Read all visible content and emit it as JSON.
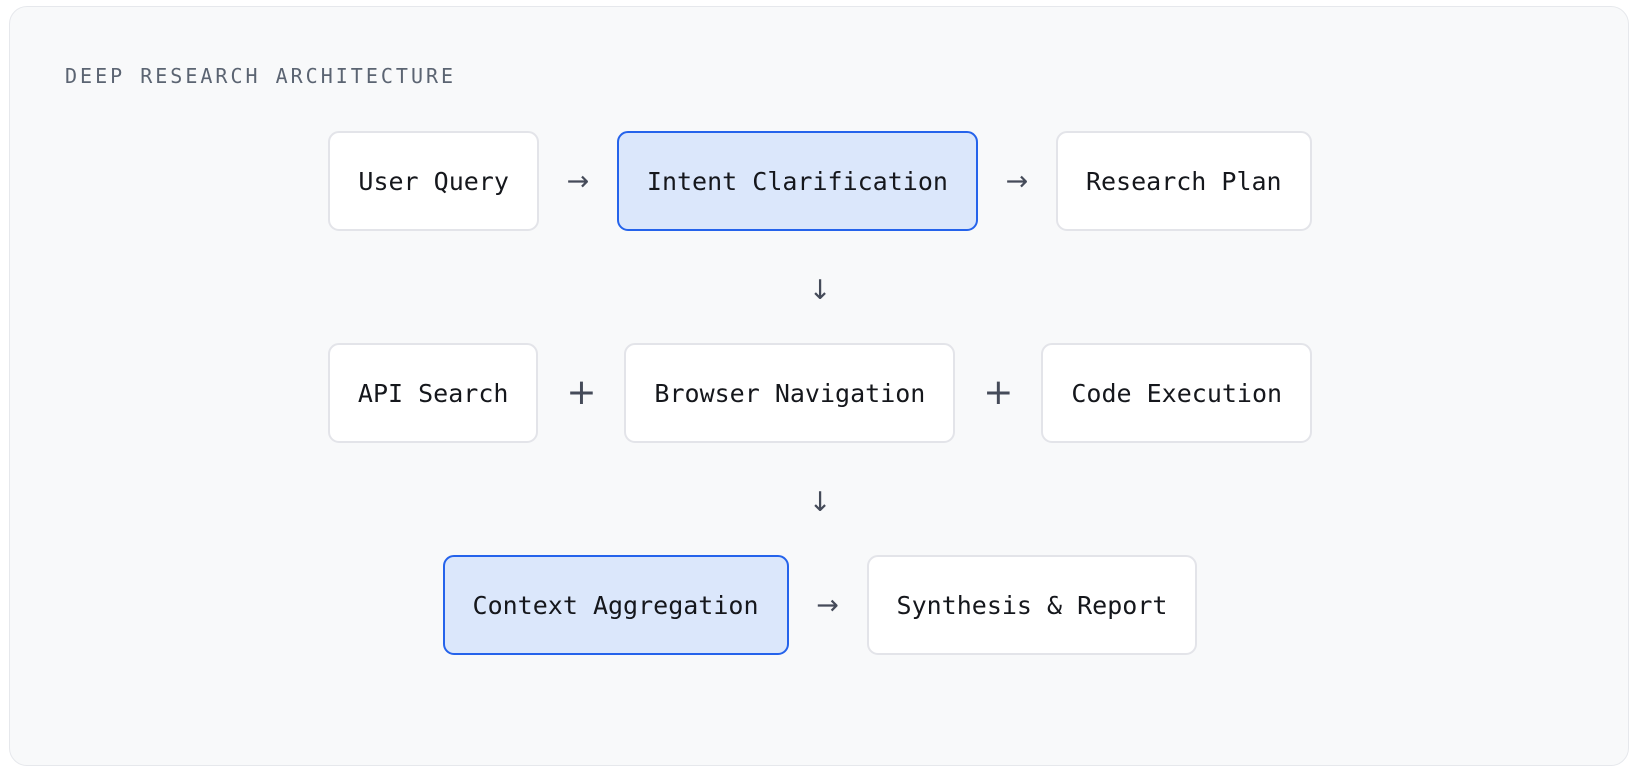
{
  "diagram": {
    "title": "DEEP RESEARCH ARCHITECTURE",
    "colors": {
      "card_background": "#f8f9fa",
      "card_border": "#e6e8ec",
      "node_background": "#ffffff",
      "node_border": "#e3e4e9",
      "highlight_background": "#dbe7fb",
      "highlight_border": "#2563eb",
      "text": "#15171c",
      "title_text": "#5b6472",
      "connector": "#454b59"
    },
    "rows": [
      {
        "name": "intake-row",
        "nodes": [
          {
            "label": "User Query",
            "state": "plain"
          },
          {
            "label": "Intent Clarification",
            "state": "highlight"
          },
          {
            "label": "Research Plan",
            "state": "plain"
          }
        ],
        "connectors": [
          "→",
          "→"
        ]
      },
      {
        "name": "tools-row",
        "nodes": [
          {
            "label": "API Search",
            "state": "plain"
          },
          {
            "label": "Browser Navigation",
            "state": "plain"
          },
          {
            "label": "Code Execution",
            "state": "plain"
          }
        ],
        "connectors": [
          "+",
          "+"
        ]
      },
      {
        "name": "output-row",
        "nodes": [
          {
            "label": "Context Aggregation",
            "state": "highlight"
          },
          {
            "label": "Synthesis & Report",
            "state": "plain"
          }
        ],
        "connectors": [
          "→"
        ]
      }
    ],
    "vertical_connectors": [
      "↓",
      "↓"
    ]
  }
}
